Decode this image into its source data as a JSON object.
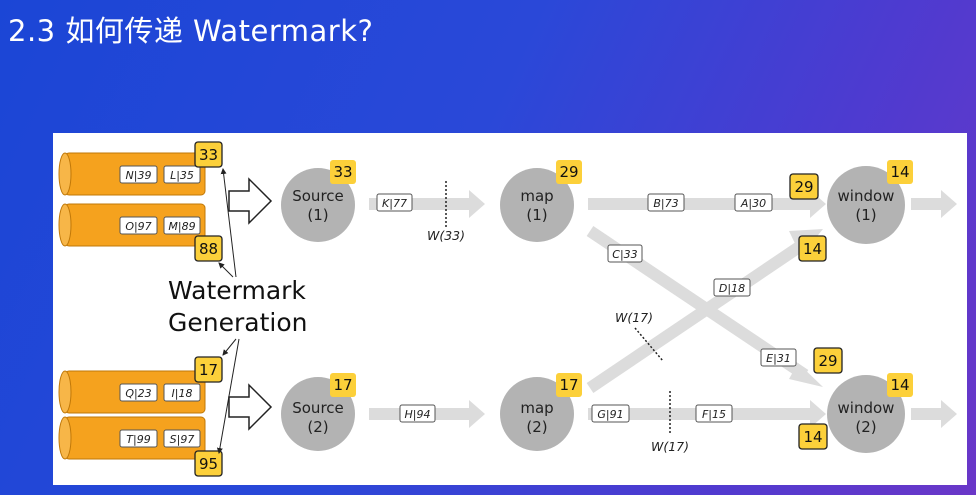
{
  "slide": {
    "title": "2.3 如何传递 Watermark?"
  },
  "colors": {
    "stream_fill": "#f5a21e",
    "badge_fill": "#fcd03a",
    "operator_fill": "#b3b3b3",
    "arrow_fill": "#dcdcdc"
  },
  "label": {
    "line1": "Watermark",
    "line2": "Generation"
  },
  "partitions": {
    "p1": {
      "records": [
        "N|39",
        "L|35"
      ],
      "badge": "33"
    },
    "p2": {
      "records": [
        "O|97",
        "M|89"
      ],
      "badge": "88"
    },
    "p3": {
      "records": [
        "Q|23",
        "I|18"
      ],
      "badge": "17"
    },
    "p4": {
      "records": [
        "T|99",
        "S|97"
      ],
      "badge": "95"
    }
  },
  "operators": {
    "source1": {
      "name": "Source",
      "index": "(1)",
      "badge": "33"
    },
    "source2": {
      "name": "Source",
      "index": "(2)",
      "badge": "17"
    },
    "map1": {
      "name": "map",
      "index": "(1)",
      "badge": "29"
    },
    "map2": {
      "name": "map",
      "index": "(2)",
      "badge": "17"
    },
    "window1": {
      "name": "window",
      "index": "(1)",
      "badge": "14"
    },
    "window2": {
      "name": "window",
      "index": "(2)",
      "badge": "14"
    }
  },
  "channels": {
    "s1_m1": {
      "record": "K|77",
      "watermark": "W(33)"
    },
    "s2_m2": {
      "record": "H|94"
    },
    "m1_w1": {
      "records": [
        "B|73",
        "A|30"
      ],
      "badge": "29"
    },
    "m1_w2": {
      "records": [
        "C|33",
        "E|31"
      ],
      "badge": "29"
    },
    "m2_w1": {
      "record": "D|18",
      "watermark": "W(17)",
      "badge": "14"
    },
    "m2_w2": {
      "records": [
        "G|91",
        "F|15"
      ],
      "watermark": "W(17)",
      "badge": "14"
    }
  }
}
